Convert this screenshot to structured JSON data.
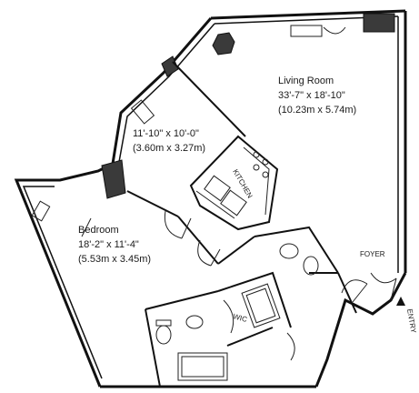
{
  "rooms": {
    "living": {
      "name": "Living Room",
      "dim_imperial": "33'-7\" x 18'-10\"",
      "dim_metric": "(10.23m x 5.74m)"
    },
    "dining": {
      "dim_imperial": "11'-10\" x 10'-0\"",
      "dim_metric": "(3.60m x 3.27m)"
    },
    "bedroom": {
      "name": "Bedroom",
      "dim_imperial": "18'-2\" x 11'-4\"",
      "dim_metric": "(5.53m x 3.45m)"
    }
  },
  "labels": {
    "kitchen": "KITCHEN",
    "foyer": "FOYER",
    "wic": "WIC",
    "entry": "ENTRY"
  }
}
